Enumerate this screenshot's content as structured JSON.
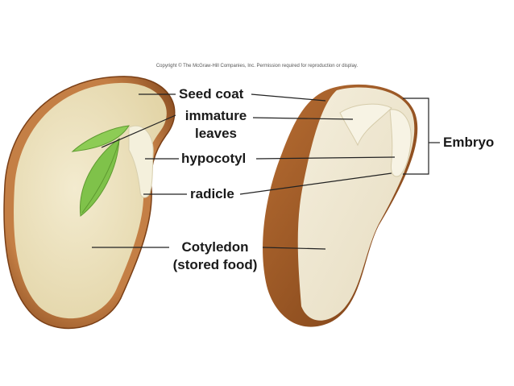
{
  "copyright": "Copyright © The McGraw-Hill Companies, Inc. Permission required for reproduction or display.",
  "labels": {
    "seed_coat": "Seed coat",
    "immature_leaves_line1": "immature",
    "immature_leaves_line2": "leaves",
    "hypocotyl": "hypocotyl",
    "radicle": "radicle",
    "cotyledon_line1": "Cotyledon",
    "cotyledon_line2": "(stored food)",
    "embryo": "Embryo"
  },
  "colors": {
    "seed_coat": "#9a5a2a",
    "cotyledon": "#efe6c8",
    "leaf": "#7fc24a",
    "embryo": "#f2efe0",
    "leader_line": "#222222"
  }
}
